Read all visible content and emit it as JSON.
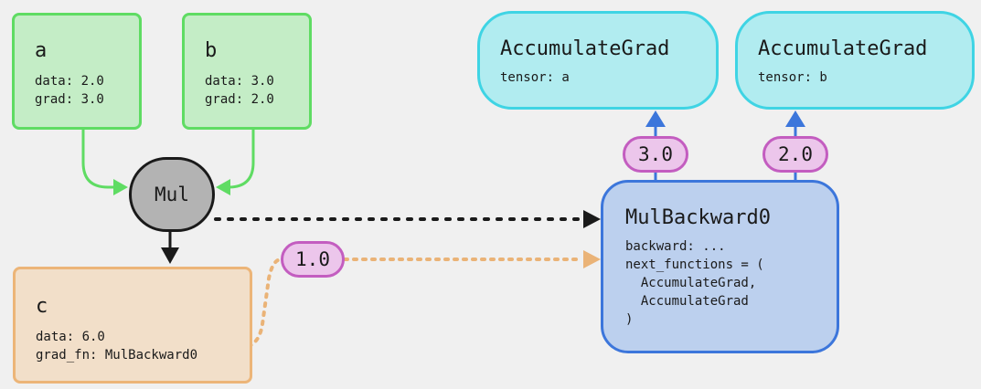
{
  "nodes": {
    "a": {
      "name": "a",
      "lines": [
        "data: 2.0",
        "grad: 3.0"
      ]
    },
    "b": {
      "name": "b",
      "lines": [
        "data: 3.0",
        "grad: 2.0"
      ]
    },
    "c": {
      "name": "c",
      "lines": [
        "data: 6.0",
        "grad_fn: MulBackward0"
      ]
    },
    "mul": {
      "name": "Mul"
    },
    "acc_a": {
      "name": "AccumulateGrad",
      "lines": [
        "tensor: a"
      ]
    },
    "acc_b": {
      "name": "AccumulateGrad",
      "lines": [
        "tensor: b"
      ]
    },
    "mulbackward": {
      "name": "MulBackward0",
      "lines": [
        "backward: ...",
        "next_functions = (",
        "  AccumulateGrad,",
        "  AccumulateGrad",
        ")"
      ]
    }
  },
  "edge_labels": {
    "grad_c": "1.0",
    "grad_to_a": "3.0",
    "grad_to_b": "2.0"
  },
  "colors": {
    "background": "#f0f0f0",
    "leaf_fill": "#c4edc6",
    "leaf_border": "#5fdc63",
    "result_fill": "#f2dfc9",
    "result_border": "#ecb578",
    "op_fill": "#b3b3b3",
    "op_border": "#1a1a1a",
    "accum_fill": "#b1ecf0",
    "accum_border": "#3fd4e4",
    "backward_fill": "#bcd0ee",
    "backward_border": "#3c76db",
    "grad_fill": "#ecc6eb",
    "grad_border": "#c35dc0"
  }
}
